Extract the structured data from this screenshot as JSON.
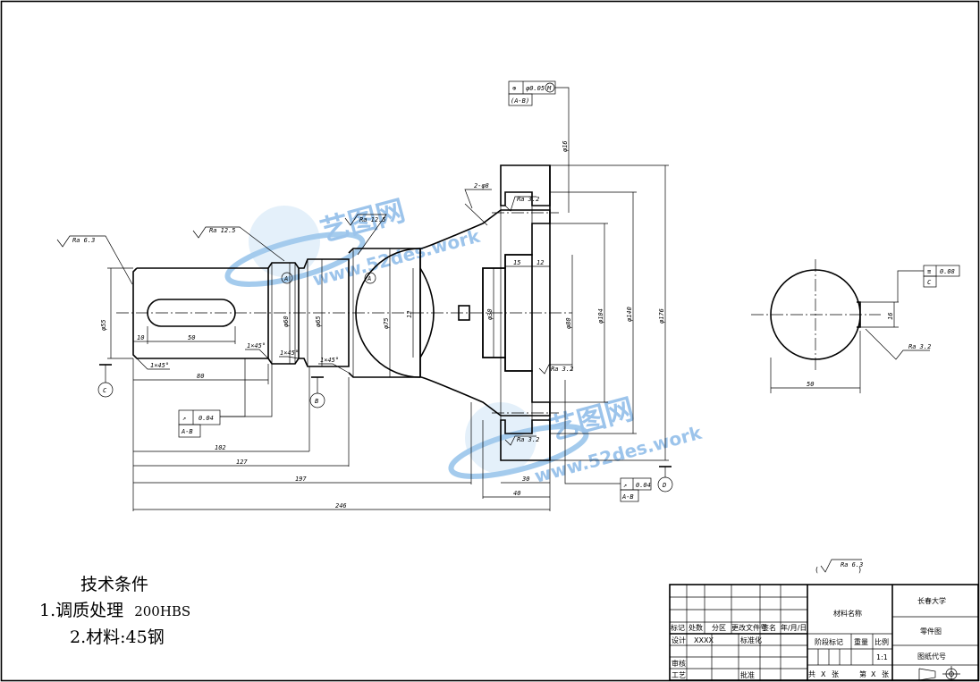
{
  "tech_requirements": {
    "title": "技术条件",
    "item1": "1.调质处理",
    "item1_value": "200HBS",
    "item2": "2.材料:45钢"
  },
  "watermark": {
    "brand": "艺图网",
    "url": "www.52des.work"
  },
  "roughness": {
    "general": "Ra 6.3",
    "r1": "Ra 6.3",
    "r2": "Ra 12.5",
    "r3": "Ra 12.5",
    "r4": "Ra 3.2",
    "r5": "Ra 3.2",
    "r6": "Ra 3.2",
    "r7": "Ra 3.2"
  },
  "dimensions": {
    "d10": "10",
    "d50": "50",
    "d80": "80",
    "d102": "102",
    "d127": "127",
    "d197": "197",
    "d246": "246",
    "d30": "30",
    "d40": "40",
    "d15": "15",
    "d12": "12",
    "d12b": "12",
    "keyw": "50",
    "cham1": "1×45°",
    "cham2": "1×45°",
    "cham3": "1×45°",
    "cham4": "1×45°",
    "holes": "2-φ8",
    "dia55": "φ55",
    "dia60": "φ60",
    "dia65": "φ65",
    "dia75": "φ75",
    "dia30": "φ30",
    "dia80": "φ80",
    "dia104": "φ104",
    "dia140": "φ140",
    "dia176": "φ176",
    "holes_dia": "φ16",
    "sec_width": "50",
    "sec_depth": "16",
    "sec_tol": "0.08"
  },
  "gdt": {
    "position_symbol": "⊕",
    "position_value": "φ0.05",
    "position_mod": "M",
    "position_datum": "(A-B)",
    "runout1_value": "0.04",
    "runout1_datum": "A-B",
    "runout2_value": "0.04",
    "runout2_datum": "A-B",
    "sym_symbol": "≡",
    "sym_value": "0.08",
    "sym_datum": "C"
  },
  "datums": {
    "b": "B",
    "c": "C",
    "d": "D",
    "a1": "A",
    "a2": "A"
  },
  "title_block": {
    "mark": "标记",
    "count": "处数",
    "zone": "分区",
    "change_doc": "更改文件号",
    "sign": "签名",
    "date": "年/月/日",
    "design": "设计",
    "design_name": "XXXX",
    "standardize": "标准化",
    "review": "审核",
    "process": "工艺",
    "approve": "批准",
    "material_label": "材料名称",
    "stage_mark": "阶段标记",
    "weight": "重量",
    "scale": "比例",
    "scale_value": "1:1",
    "total": "共",
    "sheet_x1": "X",
    "sheet_label1": "张",
    "nth": "第",
    "sheet_x2": "X",
    "sheet_label2": "张",
    "school": "长春大学",
    "drawing_name": "零件图",
    "drawing_code": "图纸代号"
  }
}
